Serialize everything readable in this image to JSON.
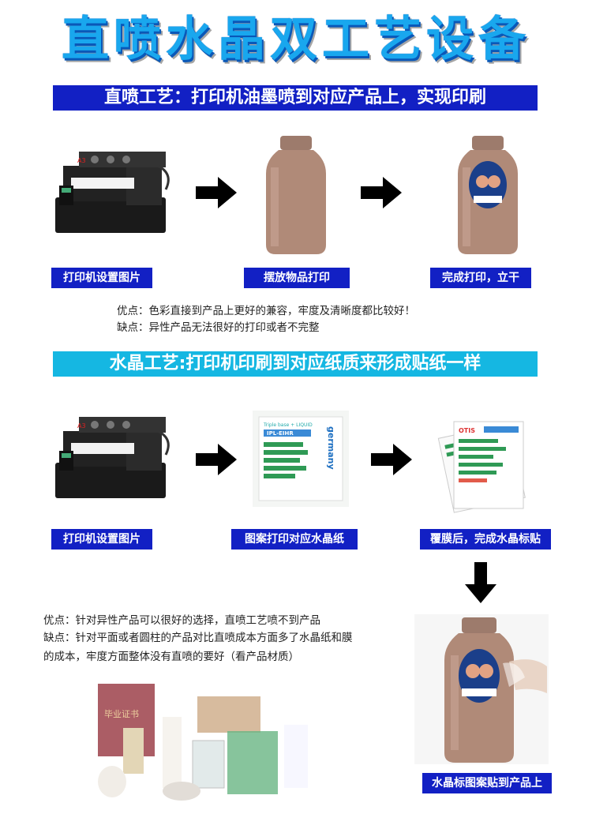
{
  "headline": "直喷水晶双工艺设备",
  "section1": {
    "banner": "直喷工艺：打印机油墨喷到对应产品上，实现印刷",
    "steps": [
      "打印机设置图片",
      "摆放物品打印",
      "完成打印，立干"
    ],
    "pros": "优点：色彩直接到产品上更好的兼容，牢度及清晰度都比较好！",
    "cons": "缺点：异性产品无法很好的打印或者不完整"
  },
  "section2": {
    "banner": "水晶工艺:打印机印刷到对应纸质来形成贴纸一样",
    "steps": [
      "打印机设置图片",
      "图案打印对应水晶纸",
      "覆膜后，完成水晶标贴",
      "水晶标图案贴到产品上"
    ],
    "pros": "优点：针对异性产品可以很好的选择，直喷工艺喷不到产品",
    "cons_line1": "缺点：针对平面或者圆柱的产品对比直喷成本方面多了水晶纸和膜",
    "cons_line2": "的成本，牢度方面整体没有直喷的要好（看产品材质）"
  },
  "images": {
    "printer_brand": "A3",
    "sticker_texts": [
      "Triple base + LIQUID",
      "IPL-EIHR",
      "germany",
      "OTIS"
    ],
    "certificate_text": "毕业证书"
  },
  "colors": {
    "headline": "#19a7ee",
    "banner_dark": "#1220c4",
    "banner_light": "#15b7e2",
    "bottle": "#b08a78"
  }
}
